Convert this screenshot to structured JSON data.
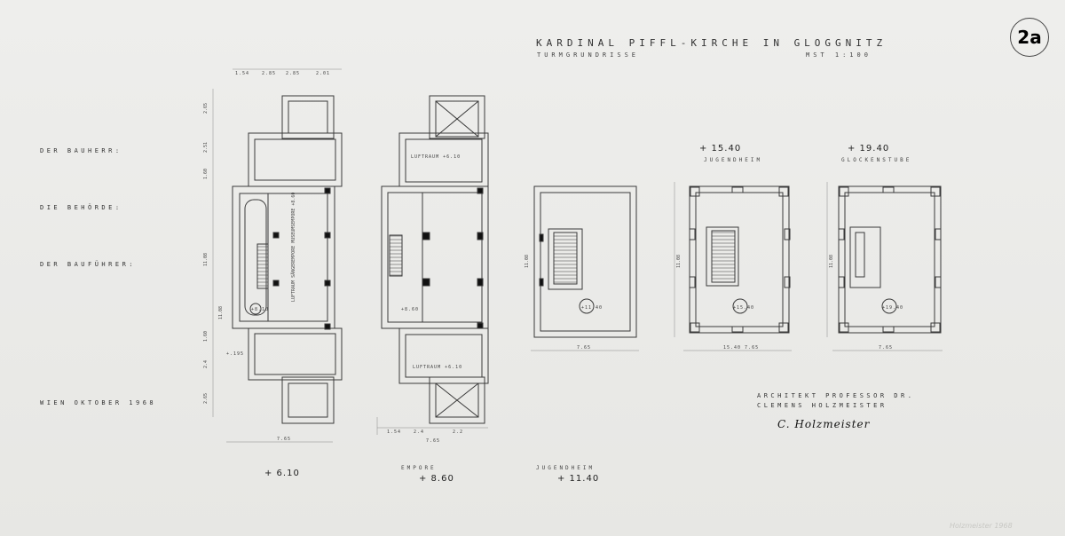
{
  "sheet_number": "2a",
  "title": "KARDINAL PIFFL-KIRCHE IN GLOGGNITZ",
  "subtitle": "TURMGRUNDRISSE",
  "scale": "MST 1:100",
  "left_labels": {
    "bauherr": "DER BAUHERR:",
    "behoerde": "DIE BEHÖRDE:",
    "baufuehrer": "DER BAUFÜHRER:",
    "date": "WIEN OKTOBER 1968"
  },
  "plans": [
    {
      "elevation": "+ 6.10",
      "label": "",
      "width_dim": "7.65"
    },
    {
      "elevation": "+ 8.60",
      "label": "EMPORE",
      "width_dim": "7.65"
    },
    {
      "elevation": "+ 11.40",
      "label": "JUGENDHEIM",
      "width_dim": "7.65"
    },
    {
      "elevation": "+ 15.40",
      "label": "JUGENDHEIM",
      "width_dim": "15.40 7.65"
    },
    {
      "elevation": "+ 19.40",
      "label": "GLOCKENSTUBE",
      "width_dim": "7.65"
    }
  ],
  "room_labels": {
    "luftraum_top": "LUFTRAUM +6.10",
    "luftraum_bottom": "LUFTRAUM +6.10",
    "saengerempore": "LUFTRAUM SÄNGEREMPORE MUSEUMSEMPORE +8.60"
  },
  "dims": {
    "top_row": [
      "1.54",
      "2.85",
      "2.85",
      "2.01"
    ],
    "left_col": [
      "2.65",
      "2.51",
      "1.60",
      "11.08",
      "1.60",
      "2.4",
      "2.65"
    ],
    "p2_bottom": [
      "1.54",
      "2.4",
      "2.2"
    ],
    "height_side": "11.08",
    "side_1": "+.195"
  },
  "levels": {
    "p1": "+8.10",
    "p2": "+8.60",
    "p3": "+11.40",
    "p4": "+15.40",
    "p5": "+19.40"
  },
  "architect": {
    "line1": "ARCHITEKT PROFESSOR DR.",
    "line2": "CLEMENS HOLZMEISTER",
    "signature": "C. Holzmeister"
  },
  "archive_mark": "Holzmeister 1968"
}
